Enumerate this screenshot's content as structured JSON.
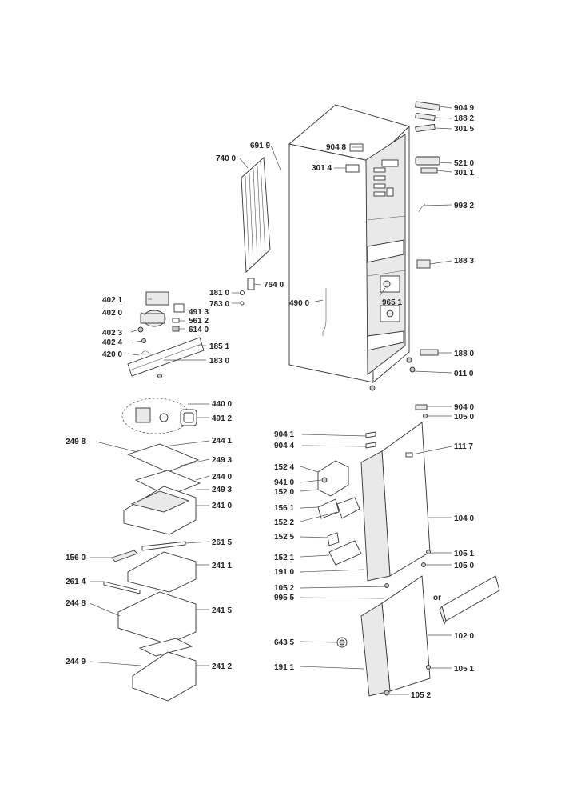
{
  "labels": {
    "l9049": "904 9",
    "l1882": "188 2",
    "l3015": "301 5",
    "l9048": "904 8",
    "l6919": "691 9",
    "l7400": "740 0",
    "l3014": "301 4",
    "l5210": "521 0",
    "l3011": "301 1",
    "l9932": "993 2",
    "l1883": "188 3",
    "l1810": "181 0",
    "l7640": "764 0",
    "l7830": "783 0",
    "l4900": "490 0",
    "l9651": "965 1",
    "l4021": "402 1",
    "l4020": "402 0",
    "l4913": "491 3",
    "l5612": "561 2",
    "l4023": "402 3",
    "l6140": "614 0",
    "l4024": "402 4",
    "l1851": "185 1",
    "l4200": "420 0",
    "l1830": "183 0",
    "l1880": "188 0",
    "l0110": "011 0",
    "l4400": "440 0",
    "l4912": "491 2",
    "l9040": "904 0",
    "l1050a": "105 0",
    "l2498": "249 8",
    "l2441": "244 1",
    "l9041": "904 1",
    "l9044": "904 4",
    "l1117": "111 7",
    "l2493a": "249 3",
    "l1524": "152 4",
    "l2440": "244 0",
    "l9410": "941 0",
    "l2493b": "249 3",
    "l1520": "152 0",
    "l2410": "241 0",
    "l1561": "156 1",
    "l1522": "152 2",
    "l1040": "104 0",
    "l2615": "261 5",
    "l1525": "152 5",
    "l1560": "156 0",
    "l2411": "241 1",
    "l1521": "152 1",
    "l1051a": "105 1",
    "l1910": "191 0",
    "l1050b": "105 0",
    "l2614": "261 4",
    "l1052a": "105 2",
    "l2448": "244 8",
    "l2415": "241 5",
    "l9955": "995 5",
    "l_or": "or",
    "l1020": "102 0",
    "l6435": "643 5",
    "l2449": "244 9",
    "l2412": "241 2",
    "l1911": "191 1",
    "l1051b": "105 1",
    "l1052b": "105 2"
  }
}
